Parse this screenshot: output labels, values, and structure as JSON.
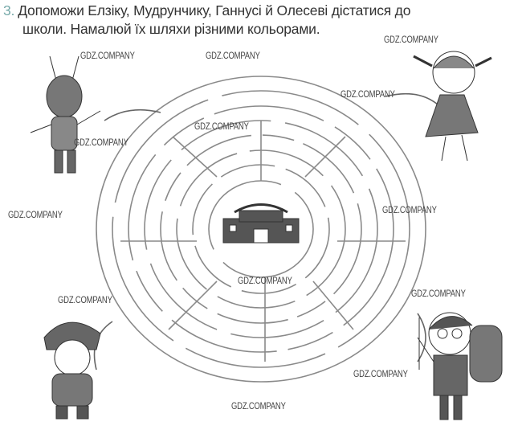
{
  "task": {
    "number": "3.",
    "line1": "Допоможи Елзіку, Мудрунчику, Ганнусі й Олесеві дістатися до",
    "line2": "школи. Намалюй їх шляхи різними кольорами."
  },
  "watermark": "GDZ.COMPANY",
  "colors": {
    "ink": "#555555",
    "maze": "#8a8a8a",
    "text": "#333333"
  }
}
